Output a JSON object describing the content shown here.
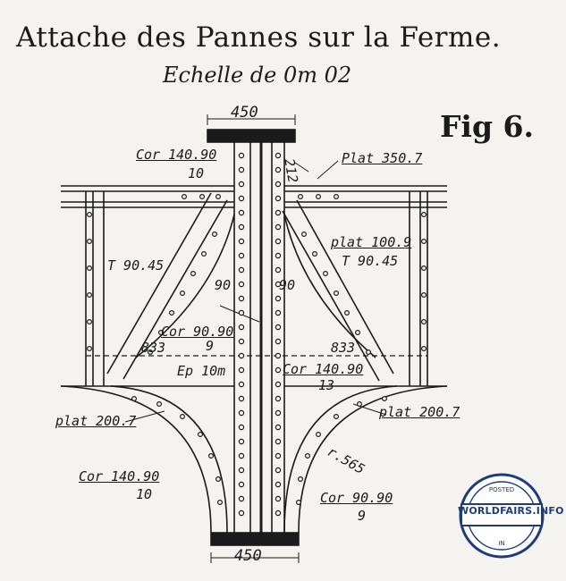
{
  "title": "Attache des Pannes sur la Ferme.",
  "subtitle": "Echelle de 0m 02",
  "figure_label": "Fig 6.",
  "labels": {
    "width_top": "450",
    "width_bottom": "450",
    "cor_140_90_top": "Cor 140.90",
    "cor_140_90_top_thk": "10",
    "dim_212": "212",
    "plat_350": "Plat 350.7",
    "plat_100": "plat 100.9",
    "t_90_45_right": "T 90.45",
    "t_90_45_left": "T 90.45",
    "angle_90_left": "90",
    "angle_90_right": "90",
    "cor_90_90_mid": "Cor 90.90",
    "cor_90_90_mid_thk": "9",
    "dim_833_left": "833",
    "dim_833_right": "833",
    "ep_10": "Ep 10m",
    "cor_140_90_mid": "Cor 140.90",
    "cor_140_90_mid_thk": "13",
    "plat_200_left": "plat 200.7",
    "plat_200_right": "plat 200.7",
    "r_565": "r.565",
    "cor_140_90_bot": "Cor 140.90",
    "cor_140_90_bot_thk": "10",
    "cor_90_90_bot": "Cor 90.90",
    "cor_90_90_bot_thk": "9"
  },
  "watermark": {
    "text": "WORLDFAIRS.INFO",
    "ring_top": "POSTED",
    "ring_bottom": "IN",
    "color": "#1f3b7a"
  }
}
